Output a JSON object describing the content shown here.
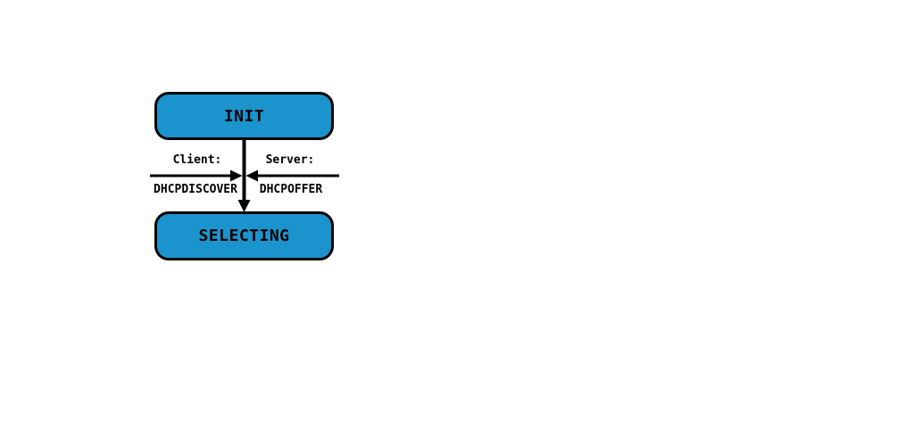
{
  "diagram": {
    "type": "state-transition",
    "states": [
      {
        "id": "init",
        "label": "INIT"
      },
      {
        "id": "selecting",
        "label": "SELECTING"
      }
    ],
    "transition": {
      "from": "INIT",
      "to": "SELECTING",
      "client_label": "Client:",
      "client_message": "DHCPDISCOVER",
      "server_label": "Server:",
      "server_message": "DHCPOFFER"
    },
    "colors": {
      "state_fill": "#1B94CD",
      "stroke": "#000000",
      "bg": "#FFFFFF"
    }
  }
}
